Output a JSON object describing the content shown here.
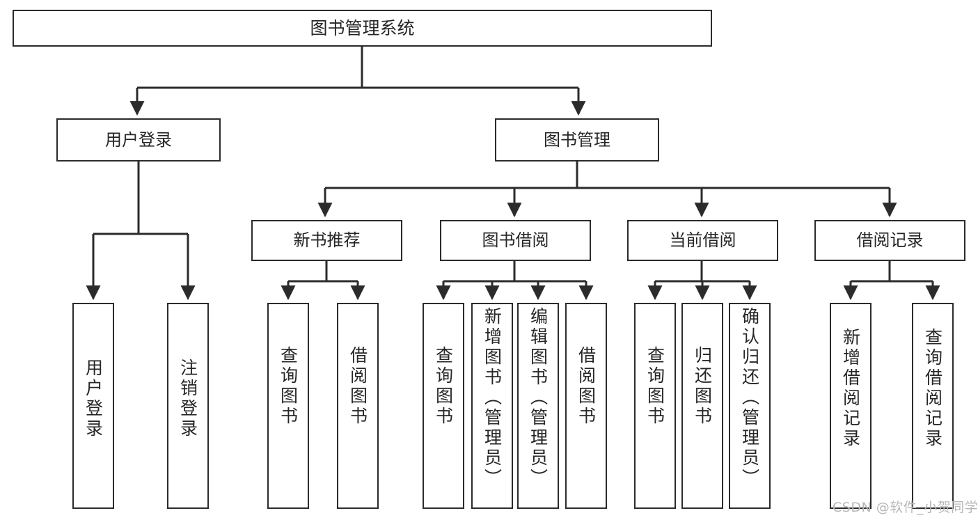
{
  "diagram": {
    "title": "图书管理系统",
    "type": "hierarchy-tree",
    "watermark": "CSDN @软件_小贺同学",
    "colors": {
      "box_border": "#2b2b2b",
      "box_fill": "#ffffff",
      "edge": "#2b2b2b",
      "text": "#262626",
      "watermark": "#b7b7b7",
      "background": "#ffffff"
    },
    "nodes": {
      "root": {
        "label": "图书管理系统"
      },
      "level2": [
        {
          "id": "user-login",
          "label": "用户登录"
        },
        {
          "id": "book-management",
          "label": "图书管理"
        }
      ],
      "level3": [
        {
          "id": "new-book-recommend",
          "label": "新书推荐"
        },
        {
          "id": "book-borrow",
          "label": "图书借阅"
        },
        {
          "id": "current-borrow",
          "label": "当前借阅"
        },
        {
          "id": "borrow-record",
          "label": "借阅记录"
        }
      ],
      "leaves": [
        {
          "id": "leaf-user-login",
          "label": "用户登录",
          "parent": "user-login"
        },
        {
          "id": "leaf-user-logout",
          "label": "注销登录",
          "parent": "user-login"
        },
        {
          "id": "leaf-query-book-1",
          "label": "查询图书",
          "parent": "new-book-recommend"
        },
        {
          "id": "leaf-borrow-book-1",
          "label": "借阅图书",
          "parent": "new-book-recommend"
        },
        {
          "id": "leaf-query-book-2",
          "label": "查询图书",
          "parent": "book-borrow"
        },
        {
          "id": "leaf-add-book",
          "label": "新增图书（管理员）",
          "parent": "book-borrow"
        },
        {
          "id": "leaf-edit-book",
          "label": "编辑图书（管理员）",
          "parent": "book-borrow"
        },
        {
          "id": "leaf-borrow-book-2",
          "label": "借阅图书",
          "parent": "book-borrow"
        },
        {
          "id": "leaf-query-book-3",
          "label": "查询图书",
          "parent": "current-borrow"
        },
        {
          "id": "leaf-return-book",
          "label": "归还图书",
          "parent": "current-borrow"
        },
        {
          "id": "leaf-confirm-return",
          "label": "确认归还（管理员）",
          "parent": "current-borrow"
        },
        {
          "id": "leaf-add-borrow-record",
          "label": "新增借阅记录",
          "parent": "borrow-record"
        },
        {
          "id": "leaf-query-borrow-record",
          "label": "查询借阅记录",
          "parent": "borrow-record"
        }
      ]
    }
  }
}
